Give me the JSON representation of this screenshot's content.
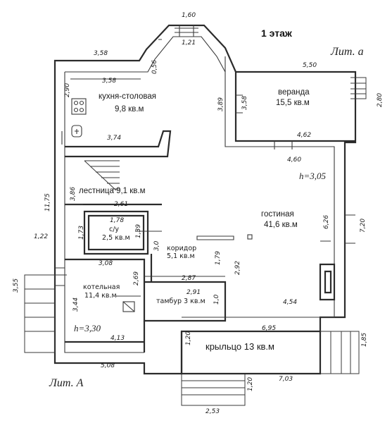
{
  "title": "1 этаж",
  "lit_a": "Лит. а",
  "lit_A": "Лит. А",
  "rooms": {
    "kitchen": {
      "name": "кухня-столовая",
      "area": "9,8 кв.м"
    },
    "veranda": {
      "name": "веранда",
      "area": "15,5 кв.м"
    },
    "stair": {
      "label": "лестница 9,1 кв.м"
    },
    "living": {
      "name": "гостиная",
      "area": "41,6 кв.м"
    },
    "wc": {
      "name": "с/у",
      "area": "2,5 кв.м"
    },
    "corridor": {
      "name": "коридор",
      "area": "5,1 кв.м"
    },
    "boiler": {
      "name": "котельная",
      "area": "11,4 кв.м"
    },
    "tambour": {
      "label": "тамбур 3 кв.м"
    },
    "porch": {
      "label": "крыльцо 13 кв.м"
    }
  },
  "heights": {
    "upper": "h=3,05",
    "lower": "h=3,30"
  },
  "dims": {
    "d160": "1,60",
    "d121": "1,21",
    "d358a": "3,58",
    "d358b": "3,58",
    "d056": "0,56",
    "d550": "5,50",
    "d290": "2,90",
    "d389": "3,89",
    "d358c": "3,58",
    "d280": "2,80",
    "d374": "3,74",
    "d462": "4,62",
    "d460": "4,60",
    "d1175": "11,75",
    "d386": "3,86",
    "d261": "2,61",
    "d178": "1,78",
    "d173": "1,73",
    "d139": "1,39",
    "d30": "3,0",
    "d626": "6,26",
    "d720": "7,20",
    "d122": "1,22",
    "d179": "1,79",
    "d292": "2,92",
    "d308": "3,08",
    "d355": "3,55",
    "d269": "2,69",
    "d287": "2,87",
    "d291": "2,91",
    "d344": "3,44",
    "d10": "1,0",
    "d454": "4,54",
    "d695": "6,95",
    "d413": "4,13",
    "d120a": "1,20",
    "d185": "1,85",
    "d508": "5,08",
    "d703": "7,03",
    "d120b": "1,20",
    "d253": "2,53"
  }
}
